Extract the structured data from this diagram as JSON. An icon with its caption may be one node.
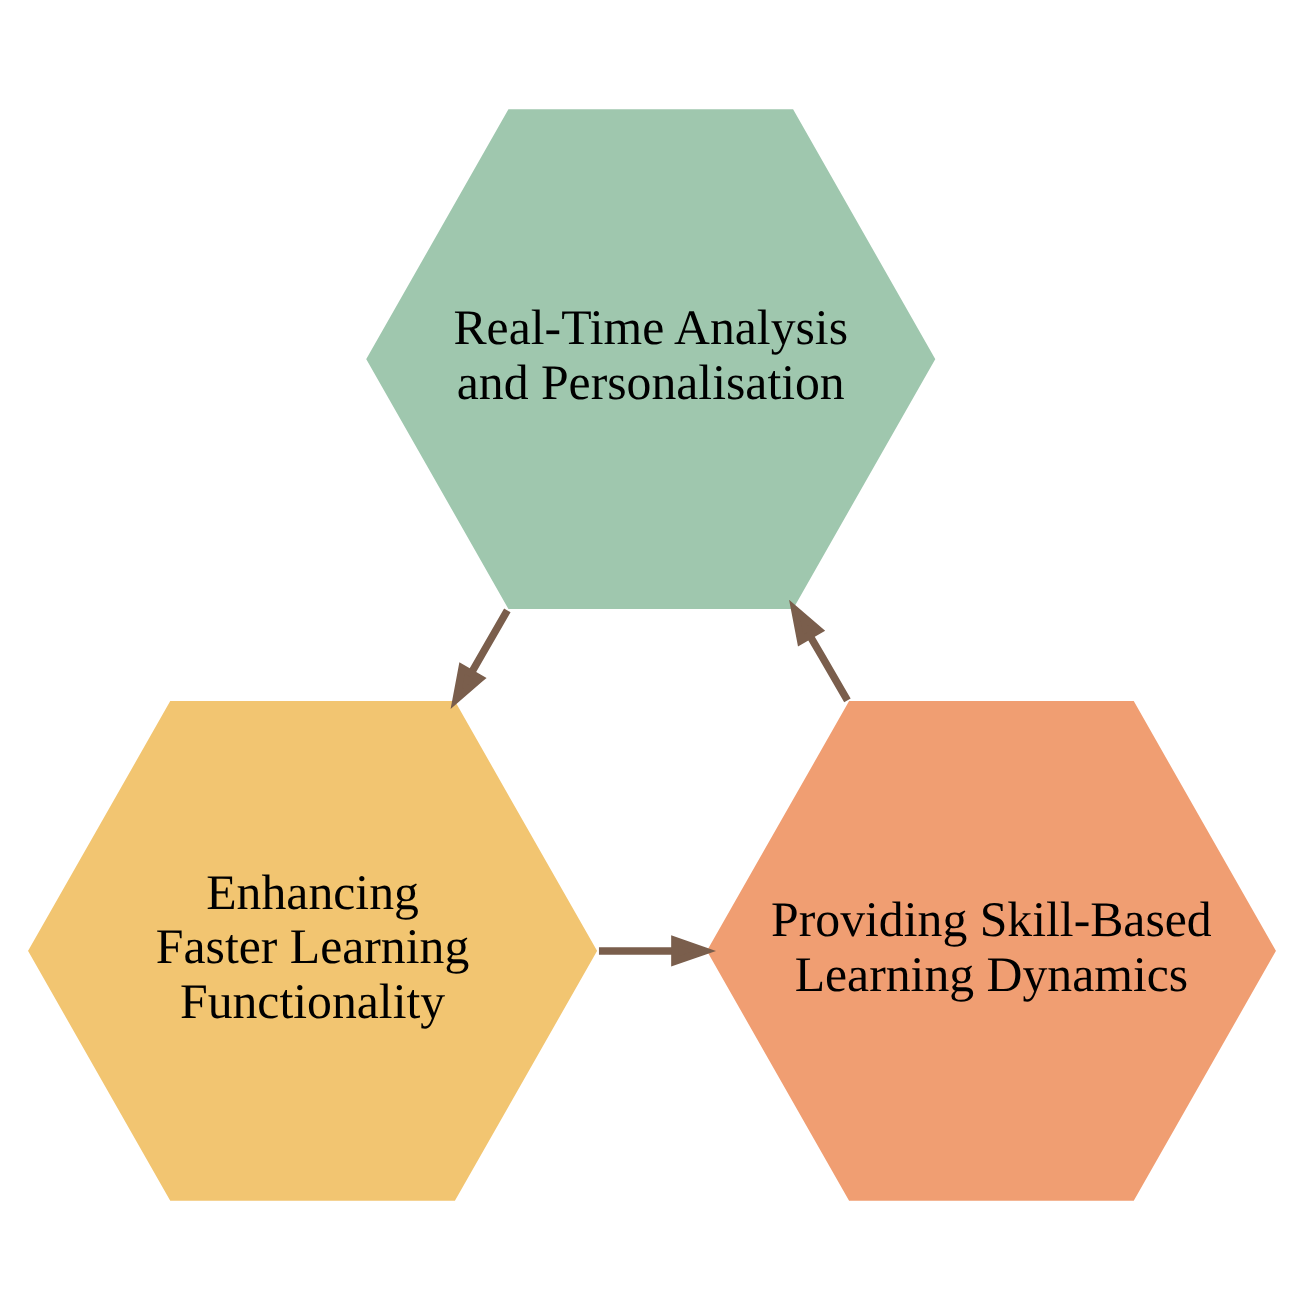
{
  "diagram": {
    "nodes": [
      {
        "text": [
          "Real-Time Analysis and Personalisation"
        ]
      },
      {
        "text": [
          "Enhancing Faster Learning Functionality"
        ]
      },
      {
        "text": [
          "Providing Skill-Based Learning Dynamics"
        ]
      }
    ],
    "edges": [
      {
        "from": 0,
        "to": 1,
        "arrow": "to"
      },
      {
        "from": 1,
        "to": 2,
        "arrow": "to"
      },
      {
        "from": 2,
        "to": 0,
        "arrow": "to"
      }
    ]
  }
}
